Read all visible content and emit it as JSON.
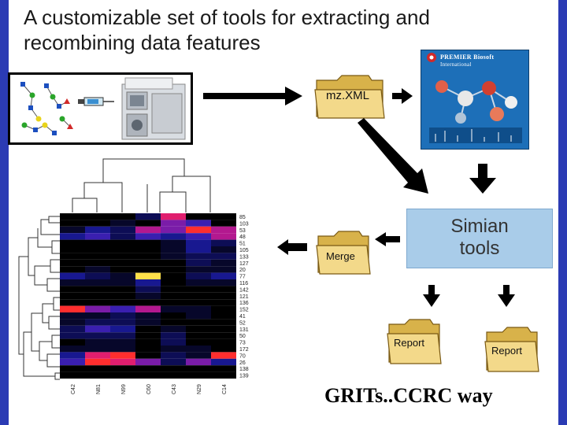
{
  "title": "A customizable set of tools for extracting and recombining data features",
  "folders": {
    "mzxml": "mz.XML",
    "merge": "Merge",
    "report1": "Report",
    "report2": "Report"
  },
  "simian": {
    "line1": "Simian",
    "line2": "tools"
  },
  "book": {
    "title": "PREMIER Biosoft",
    "subtitle": "International"
  },
  "footer": "GRITs..CCRC way",
  "heatmap": {
    "row_labels": [
      "85",
      "103",
      "53",
      "48",
      "51",
      "105",
      "133",
      "127",
      "20",
      "77",
      "116",
      "142",
      "121",
      "136",
      "152",
      "41",
      "52",
      "131",
      "50",
      "73",
      "172",
      "70",
      "26",
      "138",
      "139"
    ],
    "col_labels": [
      "C42",
      "N81",
      "N99",
      "C60",
      "C43",
      "N29",
      "C14"
    ]
  },
  "colors": {
    "frame": "#2b3bb4",
    "simian_box": "#a9cce9",
    "folder": "#d8b24a",
    "arrow": "#000000"
  },
  "icons": [
    "syringe-icon",
    "mass-spectrometer-icon",
    "glycan-structure-icon",
    "folder-icon",
    "arrow-icon"
  ]
}
